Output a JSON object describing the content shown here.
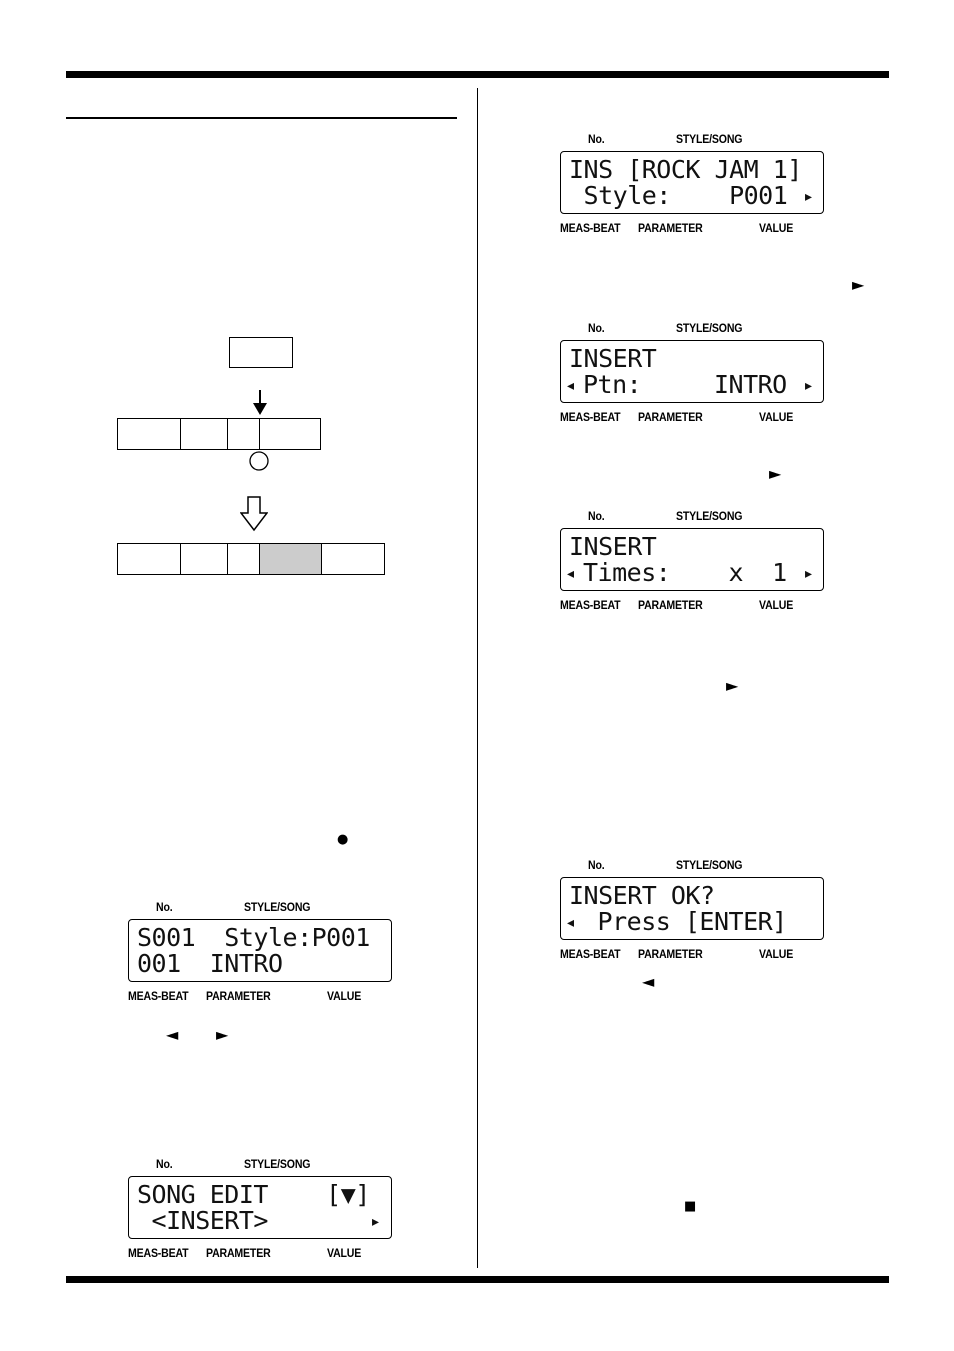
{
  "lcd_labels": {
    "no": "No.",
    "style_song": "STYLE/SONG",
    "meas_beat": "MEAS-BEAT",
    "parameter": "PARAMETER",
    "value": "VALUE"
  },
  "displays": {
    "song_main": {
      "line1": "S001  Style:P001",
      "line2": "001  INTRO"
    },
    "song_edit": {
      "line1": "SONG EDIT    [▼]",
      "line2": " <INSERT>"
    },
    "ins_style": {
      "line1": "INS [ROCK JAM 1]",
      "line2": " Style:    P001"
    },
    "insert_ptn": {
      "line1": "INSERT",
      "line2": "Ptn:     INTRO"
    },
    "insert_times": {
      "line1": "INSERT",
      "line2": "Times:    x  1"
    },
    "insert_ok": {
      "line1": "INSERT OK?",
      "line2": " Press [ENTER]"
    }
  },
  "symbols": {
    "right_arrow": "►",
    "left_arrow": "◄",
    "record_dot": "●",
    "stop_square": "■",
    "lcd_right": "▸",
    "lcd_left": "◂"
  },
  "colors": {
    "insert_highlight": "#cccccc"
  }
}
